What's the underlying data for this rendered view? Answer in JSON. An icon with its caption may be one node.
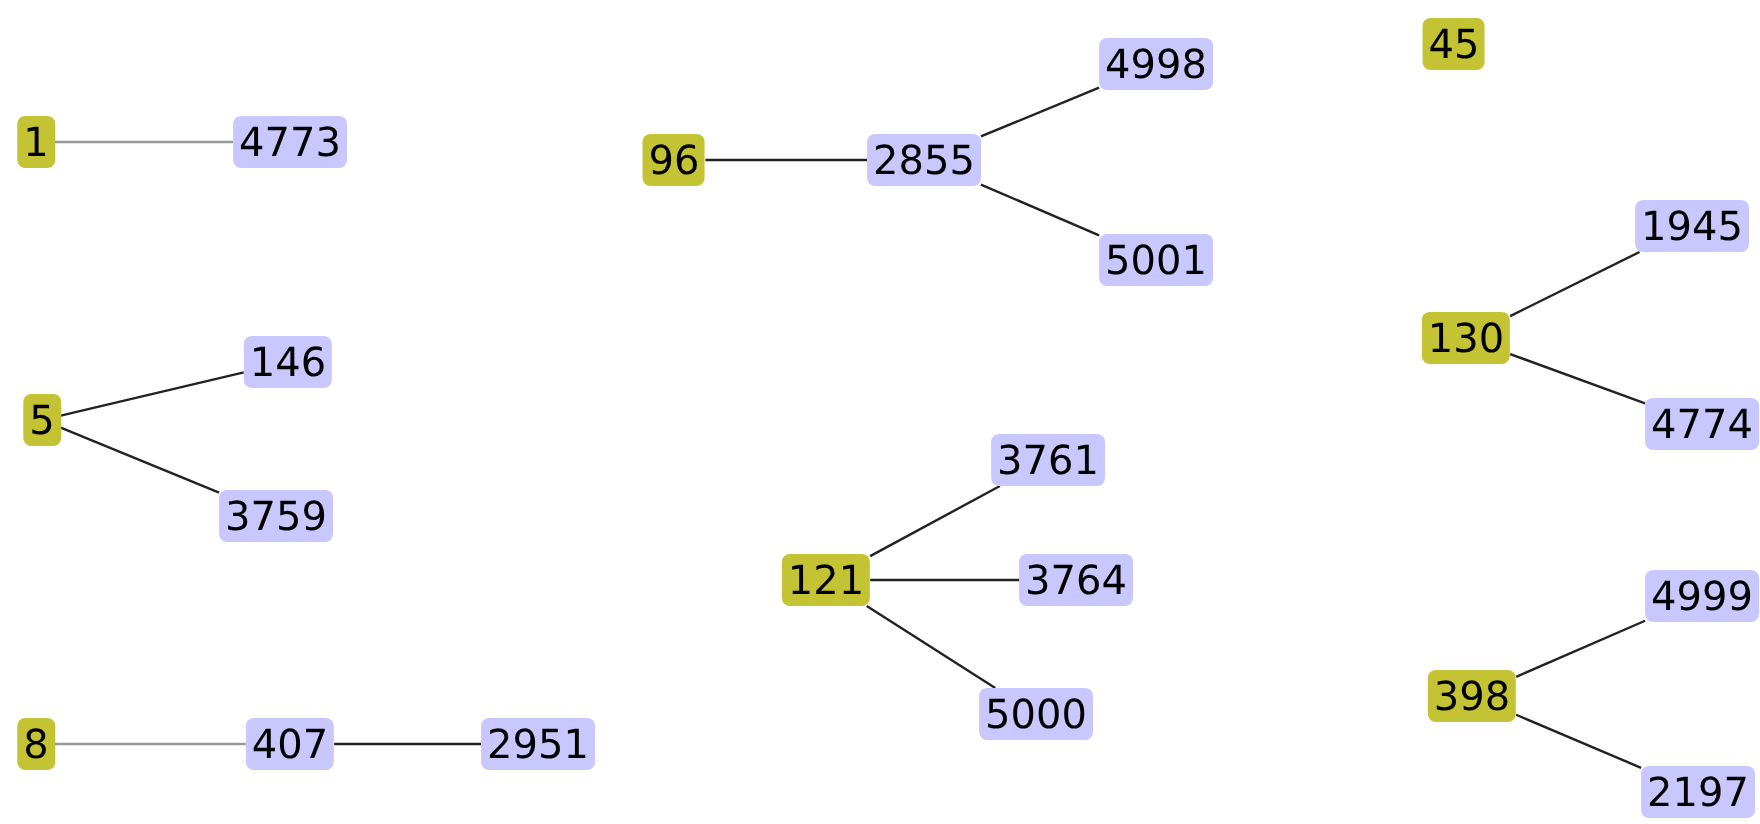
{
  "diagram": {
    "nodes": [
      {
        "text": [
          "1"
        ]
      },
      {
        "text": [
          "4773"
        ]
      },
      {
        "text": [
          "96"
        ]
      },
      {
        "text": [
          "2855"
        ]
      },
      {
        "text": [
          "4998"
        ]
      },
      {
        "text": [
          "5001"
        ]
      },
      {
        "text": [
          "45"
        ]
      },
      {
        "text": [
          "5"
        ]
      },
      {
        "text": [
          "146"
        ]
      },
      {
        "text": [
          "3759"
        ]
      },
      {
        "text": [
          "130"
        ]
      },
      {
        "text": [
          "1945"
        ]
      },
      {
        "text": [
          "4774"
        ]
      },
      {
        "text": [
          "121"
        ]
      },
      {
        "text": [
          "3761"
        ]
      },
      {
        "text": [
          "3764"
        ]
      },
      {
        "text": [
          "5000"
        ]
      },
      {
        "text": [
          "398"
        ]
      },
      {
        "text": [
          "4999"
        ]
      },
      {
        "text": [
          "2197"
        ]
      },
      {
        "text": [
          "8"
        ]
      },
      {
        "text": [
          "407"
        ]
      },
      {
        "text": [
          "2951"
        ]
      }
    ],
    "edges": [
      {
        "from": 0,
        "to": 1,
        "arrow": "none",
        "color": "#999999"
      },
      {
        "from": 2,
        "to": 3,
        "arrow": "none"
      },
      {
        "from": 3,
        "to": 4,
        "arrow": "none"
      },
      {
        "from": 3,
        "to": 5,
        "arrow": "none"
      },
      {
        "from": 7,
        "to": 8,
        "arrow": "none"
      },
      {
        "from": 7,
        "to": 9,
        "arrow": "none"
      },
      {
        "from": 10,
        "to": 11,
        "arrow": "none"
      },
      {
        "from": 10,
        "to": 12,
        "arrow": "none"
      },
      {
        "from": 13,
        "to": 14,
        "arrow": "none"
      },
      {
        "from": 13,
        "to": 15,
        "arrow": "none"
      },
      {
        "from": 13,
        "to": 16,
        "arrow": "none"
      },
      {
        "from": 17,
        "to": 18,
        "arrow": "none"
      },
      {
        "from": 17,
        "to": 19,
        "arrow": "none"
      },
      {
        "from": 20,
        "to": 21,
        "arrow": "none",
        "color": "#999999"
      },
      {
        "from": 21,
        "to": 22,
        "arrow": "none"
      }
    ]
  }
}
